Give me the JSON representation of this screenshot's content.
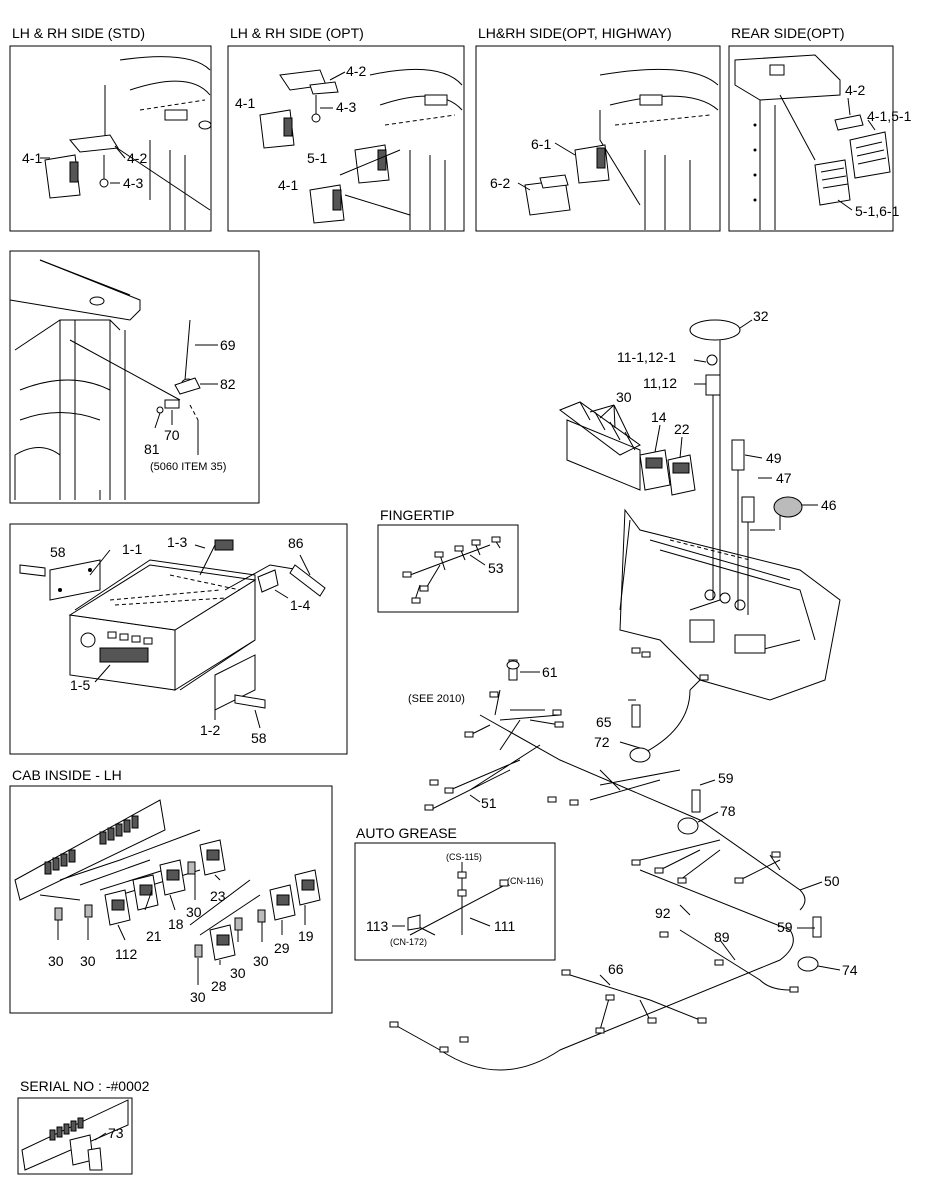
{
  "panels": {
    "lh_rh_std": {
      "title": "LH & RH SIDE (STD)",
      "labels": [
        "4-1",
        "4-2",
        "4-3"
      ]
    },
    "lh_rh_opt": {
      "title": "LH & RH SIDE (OPT)",
      "labels": [
        "4-2",
        "4-1",
        "4-3",
        "5-1",
        "4-1"
      ]
    },
    "lh_rh_opt_highway": {
      "title": "LH&RH SIDE(OPT, HIGHWAY)",
      "labels": [
        "6-1",
        "6-2"
      ]
    },
    "rear_side_opt": {
      "title": "REAR SIDE(OPT)",
      "labels": [
        "4-2",
        "4-1,5-1",
        "5-1,6-1"
      ]
    },
    "antenna": {
      "labels": [
        "69",
        "82",
        "81",
        "70",
        "(5060 ITEM 35)"
      ]
    },
    "radio": {
      "labels": [
        "58",
        "1-1",
        "1-3",
        "86",
        "1-4",
        "1-5",
        "1-2",
        "58"
      ]
    },
    "cab_inside": {
      "title": "CAB INSIDE - LH",
      "labels": [
        "23",
        "30",
        "18",
        "21",
        "112",
        "30",
        "30",
        "30",
        "19",
        "29",
        "30",
        "30",
        "28",
        "30"
      ]
    },
    "serial": {
      "title": "SERIAL NO : -#0002",
      "labels": [
        "73"
      ]
    },
    "fingertip": {
      "title": "FINGERTIP",
      "labels": [
        "53"
      ]
    },
    "auto_grease": {
      "title": "AUTO GREASE",
      "labels": [
        "(CS-115)",
        "(CN-116)",
        "113",
        "111",
        "(CN-172)"
      ]
    },
    "main": {
      "labels": [
        "32",
        "11-1,12-1",
        "11,12",
        "30",
        "14",
        "22",
        "49",
        "47",
        "46",
        "61",
        "(SEE 2010)",
        "65",
        "72",
        "59",
        "78",
        "51",
        "50",
        "92",
        "89",
        "59",
        "74",
        "66"
      ]
    }
  }
}
